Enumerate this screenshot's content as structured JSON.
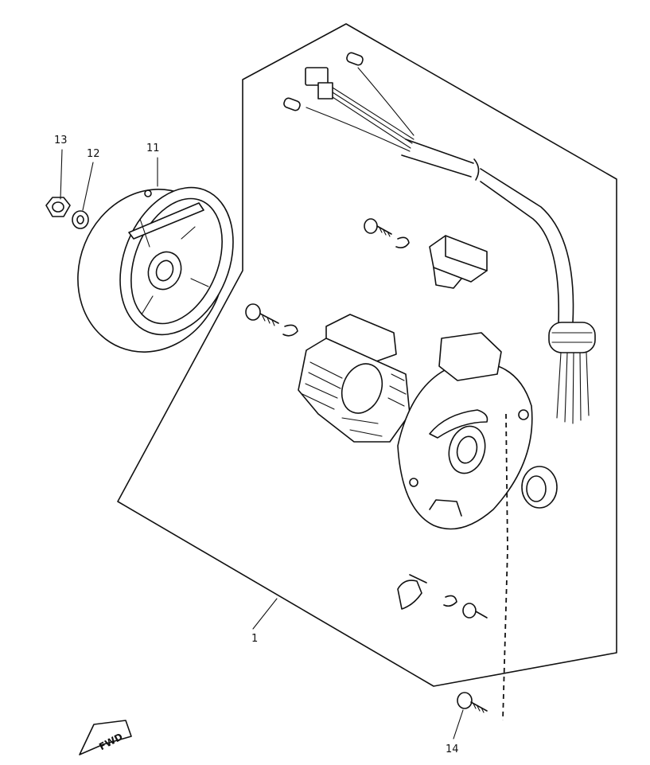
{
  "callouts": {
    "p1": "1",
    "p11": "11",
    "p12": "12",
    "p13": "13",
    "p14": "14"
  },
  "fwd_label": "FWD"
}
